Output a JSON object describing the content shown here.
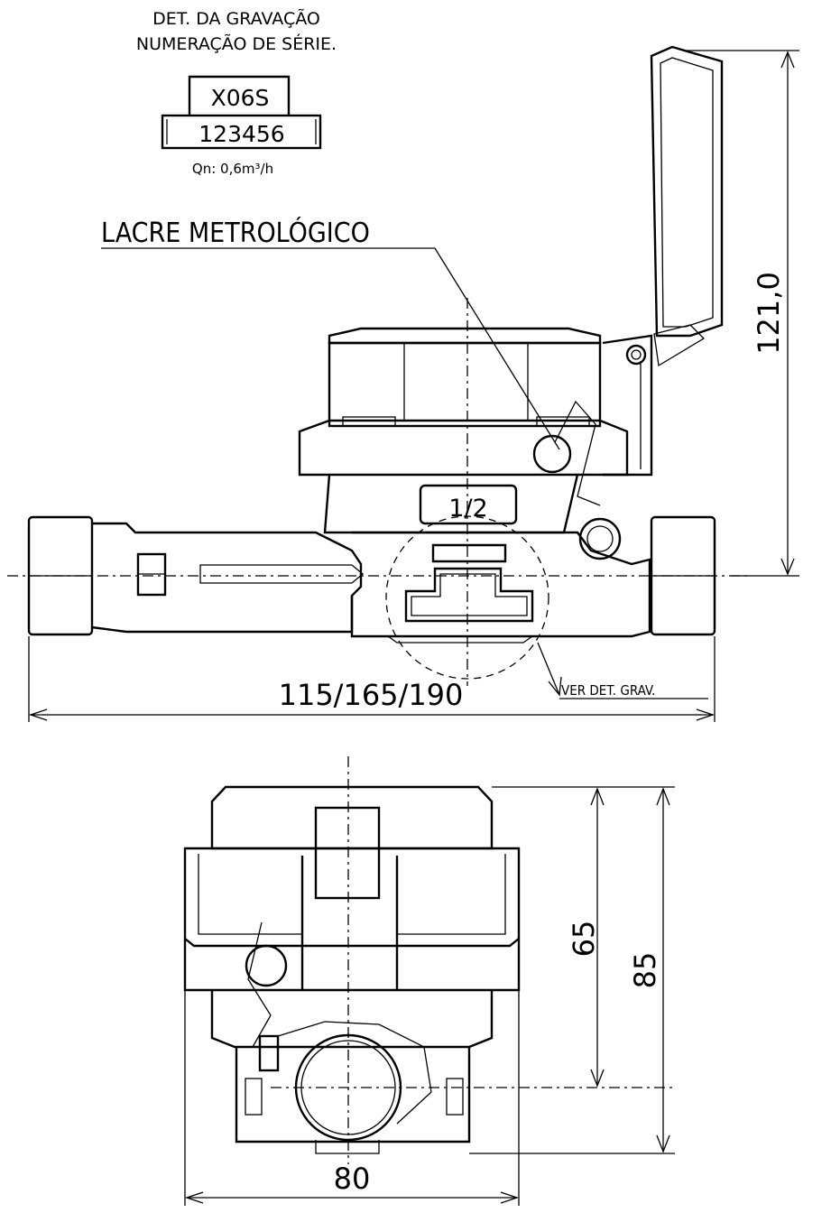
{
  "detail": {
    "title_line1": "DET. DA GRAVAÇÃO",
    "title_line2": "NUMERAÇÃO DE SÉRIE.",
    "model_code": "X06S",
    "serial_number": "123456",
    "flow_rate": "Qn: 0,6m³/h"
  },
  "labels": {
    "seal": "LACRE METROLÓGICO",
    "size_marking": "1/2",
    "see_detail": "VER DET. GRAV."
  },
  "dimensions": {
    "height_total": "121,0",
    "length": "115/165/190",
    "height_body": "65",
    "height_side": "85",
    "width": "80"
  }
}
